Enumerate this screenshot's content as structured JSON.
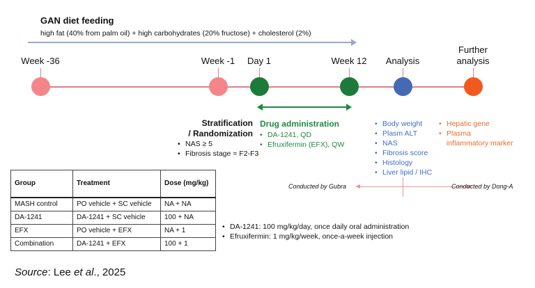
{
  "diet": {
    "title": "GAN diet feeding",
    "description": "high fat (40% from palm oil) + high carbohydrates (20% fructose) + cholesterol (2%)"
  },
  "timeline": {
    "points": [
      {
        "label": "Week -36",
        "color": "#f4868a"
      },
      {
        "label": "Week -1",
        "color": "#f4868a"
      },
      {
        "label": "Day 1",
        "color": "#1c7b3a"
      },
      {
        "label": "Week 12",
        "color": "#1c7b3a"
      },
      {
        "label": "Analysis",
        "color": "#4669b4"
      },
      {
        "label": "Further",
        "label2": "analysis",
        "color": "#f15a1f"
      }
    ]
  },
  "stratification": {
    "title_line1": "Stratification",
    "title_line2": "/ Randomization",
    "items": [
      "NAS ≥ 5",
      "Fibrosis stage = F2-F3"
    ]
  },
  "drug": {
    "title": "Drug administration",
    "items": [
      "DA-1241, QD",
      "Efruxifermin (EFX), QW"
    ]
  },
  "analysis": {
    "items": [
      "Body weight",
      "Plasm ALT",
      "NAS",
      "Fibrosis score",
      "Histology",
      "Liver lipid / IHC"
    ]
  },
  "further": {
    "items": [
      "Hepatic gene",
      "Plasma inflammatory marker"
    ]
  },
  "conducted": {
    "left": "Conducted by Gubra",
    "right": "Conducted by Dong-A"
  },
  "table": {
    "headers": [
      "Group",
      "Treatment",
      "Dose (mg/kg)"
    ],
    "rows": [
      [
        "MASH control",
        "PO vehicle + SC vehicle",
        "NA + NA"
      ],
      [
        "DA-1241",
        "DA-1241 + SC vehicle",
        "100 + NA"
      ],
      [
        "EFX",
        "PO vehicle + EFX",
        "NA + 1"
      ],
      [
        "Combination",
        "DA-1241 + EFX",
        "100 + 1"
      ]
    ]
  },
  "notes": [
    "DA-1241: 100 mg/kg/day, once daily oral administration",
    "Efruxifermin: 1 mg/kg/week, once-a-week injection"
  ],
  "source": {
    "prefix": "Source",
    "middle": ": Lee ",
    "etal": "et al",
    "suffix": "., 2025"
  },
  "colors": {
    "timeline_line": "#e07f86",
    "drug_green": "#1c8b3f",
    "analysis_blue": "#3f6dc6",
    "further_orange": "#ee6a26",
    "diet_arrow": "#93a9cf"
  }
}
